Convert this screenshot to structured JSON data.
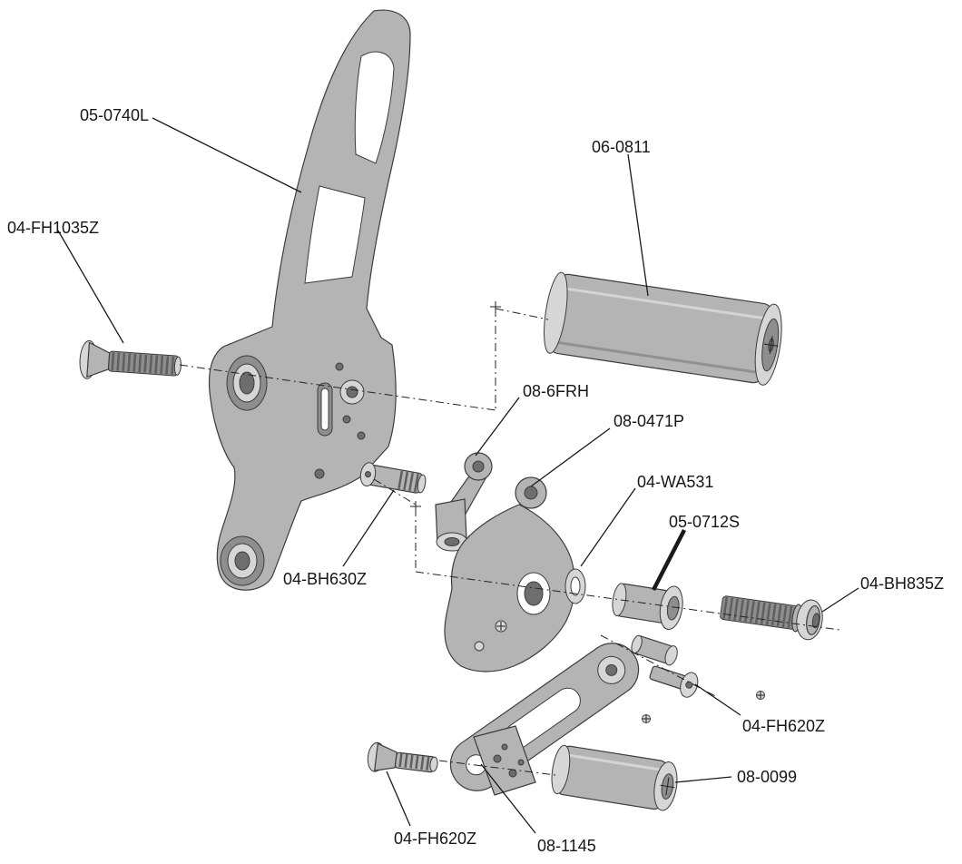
{
  "diagram": {
    "type": "exploded-parts-diagram",
    "colors": {
      "background": "#ffffff",
      "part_fill": "#b4b4b4",
      "part_fill_dark": "#8e8e8e",
      "part_fill_light": "#d6d6d6",
      "outline": "#3c3c3c",
      "label_text": "#161616",
      "line": "#1a1a1a"
    },
    "labels": {
      "bracket": "05-0740L",
      "flathead_bolt_1035": "04-FH1035Z",
      "footpeg": "06-0811",
      "toe_peg_clevis": "08-6FRH",
      "shift_arm": "08-0471P",
      "washer": "04-WA531",
      "spacer": "05-0712S",
      "buttonhead_bolt_835": "04-BH835Z",
      "buttonhead_bolt_630": "04-BH630Z",
      "flathead_bolt_620_right": "04-FH620Z",
      "spacer_0099": "08-0099",
      "flathead_bolt_620_bottom": "04-FH620Z",
      "link_arm": "08-1145"
    }
  }
}
